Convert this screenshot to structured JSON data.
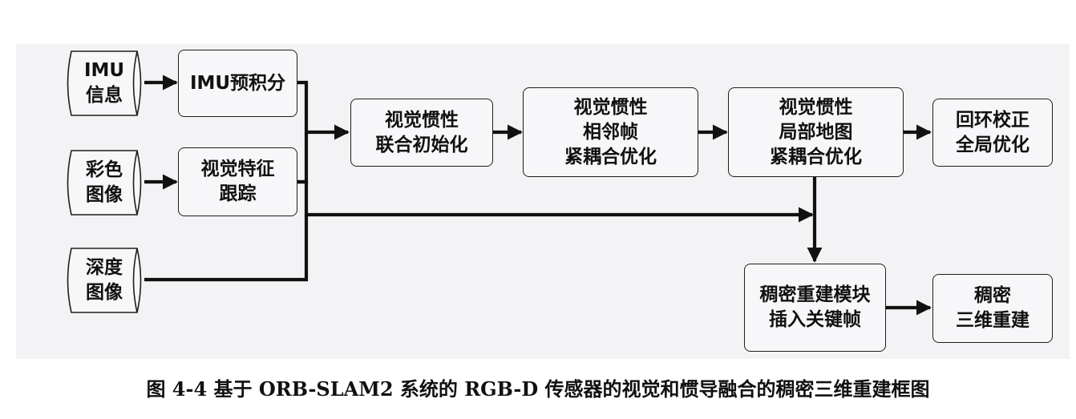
{
  "diagram": {
    "inputs": {
      "imu_info": [
        "IMU",
        "信息"
      ],
      "color_image": [
        "彩色",
        "图像"
      ],
      "depth_image": [
        "深度",
        "图像"
      ]
    },
    "nodes": {
      "imu_preintegration": [
        "IMU预积分"
      ],
      "visual_feature_tracking": [
        "视觉特征",
        "跟踪"
      ],
      "vi_joint_init": [
        "视觉惯性",
        "联合初始化"
      ],
      "vi_adjacent_frame_opt": [
        "视觉惯性",
        "相邻帧",
        "紧耦合优化"
      ],
      "vi_local_map_opt": [
        "视觉惯性",
        "局部地图",
        "紧耦合优化"
      ],
      "loop_global_opt": [
        "回环校正",
        "全局优化"
      ],
      "dense_module_keyframe": [
        "稠密重建模块",
        "插入关键帧"
      ],
      "dense_3d_recon": [
        "稠密",
        "三维重建"
      ]
    },
    "edges": [
      [
        "imu_info",
        "imu_preintegration"
      ],
      [
        "color_image",
        "visual_feature_tracking"
      ],
      [
        "imu_preintegration",
        "vi_joint_init"
      ],
      [
        "visual_feature_tracking",
        "vi_joint_init"
      ],
      [
        "vi_joint_init",
        "vi_adjacent_frame_opt"
      ],
      [
        "vi_adjacent_frame_opt",
        "vi_local_map_opt"
      ],
      [
        "vi_local_map_opt",
        "loop_global_opt"
      ],
      [
        "vi_local_map_opt",
        "dense_module_keyframe"
      ],
      [
        "visual_feature_tracking",
        "dense_module_keyframe"
      ],
      [
        "depth_image",
        "dense_module_keyframe"
      ],
      [
        "dense_module_keyframe",
        "dense_3d_recon"
      ]
    ]
  },
  "caption": "图 4-4 基于 ORB-SLAM2 系统的 RGB-D 传感器的视觉和惯导融合的稠密三维重建框图",
  "colors": {
    "line": "#111111",
    "box_border": "#1e1e1e",
    "box_fill": "#f7f7f9",
    "panel_fill": "#f3f3f5",
    "text": "#111111"
  }
}
